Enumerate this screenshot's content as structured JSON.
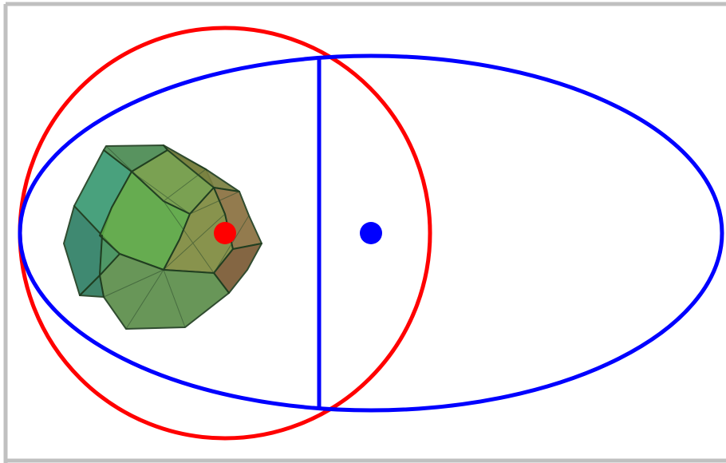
{
  "diagram": {
    "frame": {
      "color": "#c0c0c0"
    },
    "circle": {
      "color": "#ff0000",
      "center_marker": "red-dot"
    },
    "ellipse": {
      "color": "#0000ff",
      "center_marker": "blue-dot"
    },
    "chord": {
      "color": "#0000ff"
    },
    "polyhedron": {
      "shape": "convex-polyhedron",
      "colors": [
        "#2f8a6c",
        "#4aa35a",
        "#6d8f3e",
        "#7a6d3a",
        "#8a6a3a"
      ],
      "edge_color": "#1f3d1f"
    }
  }
}
